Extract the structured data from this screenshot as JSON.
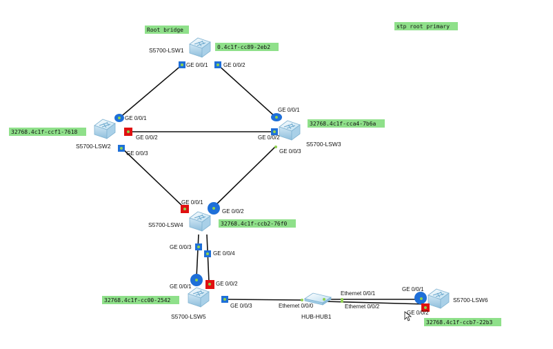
{
  "colors": {
    "link": "#111111",
    "designated_port": "#1e6fd8",
    "root_port": "#1e6fd8",
    "blocked_port": "#e01010",
    "port_led": "#8fd14f",
    "note_bg": "#8fe08a",
    "switch_body": "#d8ecf7",
    "switch_edge": "#7fb2d1"
  },
  "notes": {
    "root_bridge": "Root bridge",
    "stp_root_primary": "stp root primary",
    "lsw1_id": "0.4c1f-cc89-2eb2",
    "lsw2_id": "32768.4c1f-ccf1-7618",
    "lsw3_id": "32768.4c1f-cca4-7b6a",
    "lsw4_id": "32768.4c1f-ccb2-76f0",
    "lsw5_id": "32768.4c1f-cc00-2542",
    "lsw6_id": "32768.4c1f-ccb7-22b3"
  },
  "devices": {
    "lsw1": "S5700-LSW1",
    "lsw2": "S5700-LSW2",
    "lsw3": "S5700-LSW3",
    "lsw4": "S5700-LSW4",
    "lsw5": "S5700-LSW5",
    "lsw6": "S5700-LSW6",
    "hub1": "HUB-HUB1"
  },
  "ports": {
    "lsw1_g1": "GE 0/0/1",
    "lsw1_g2": "GE 0/0/2",
    "lsw2_g1": "GE 0/0/1",
    "lsw2_g2": "GE 0/0/2",
    "lsw2_g3": "GE 0/0/3",
    "lsw3_g1": "GE 0/0/1",
    "lsw3_g2": "GE 0/0/2",
    "lsw3_g3": "GE 0/0/3",
    "lsw4_g1": "GE 0/0/1",
    "lsw4_g2": "GE 0/0/2",
    "lsw4_g3": "GE 0/0/3",
    "lsw4_g4": "GE 0/0/4",
    "lsw5_g1": "GE 0/0/1",
    "lsw5_g2": "GE 0/0/2",
    "lsw5_g3": "GE 0/0/3",
    "hub_e0": "Ethernet 0/0/0",
    "hub_e1": "Ethernet 0/0/1",
    "hub_e2": "Ethernet 0/0/2",
    "lsw6_g1": "GE 0/0/1",
    "lsw6_g2": "GE 0/0/2"
  }
}
